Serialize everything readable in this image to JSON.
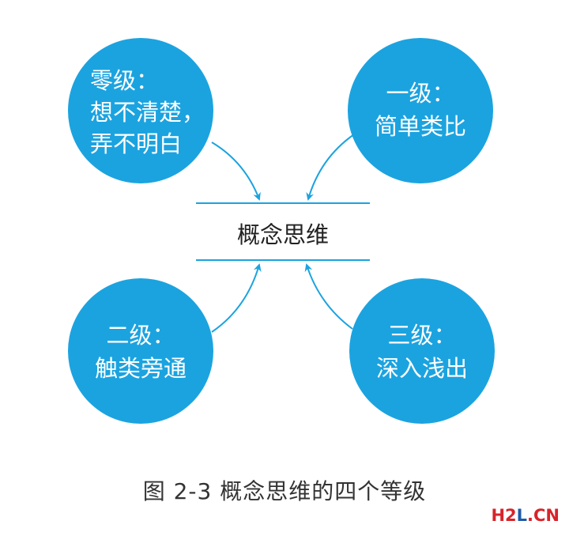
{
  "levels": [
    {
      "lines": [
        "零级：",
        "想不清楚，",
        "弄不明白"
      ]
    },
    {
      "lines": [
        "一级：",
        "简单类比"
      ]
    },
    {
      "lines": [
        "二级：",
        "触类旁通"
      ]
    },
    {
      "lines": [
        "三级：",
        "深入浅出"
      ]
    }
  ],
  "center": {
    "title": "概念思维"
  },
  "caption": "图 2-3   概念思维的四个等级",
  "watermark": {
    "h2": "H2",
    "l": "L",
    "dot_cn": ".CN"
  },
  "colors": {
    "circle": "#1ba3e0",
    "arrow": "#1ba3e0",
    "watermark_red": "#d8232a",
    "watermark_blue": "#1e5aa8"
  }
}
